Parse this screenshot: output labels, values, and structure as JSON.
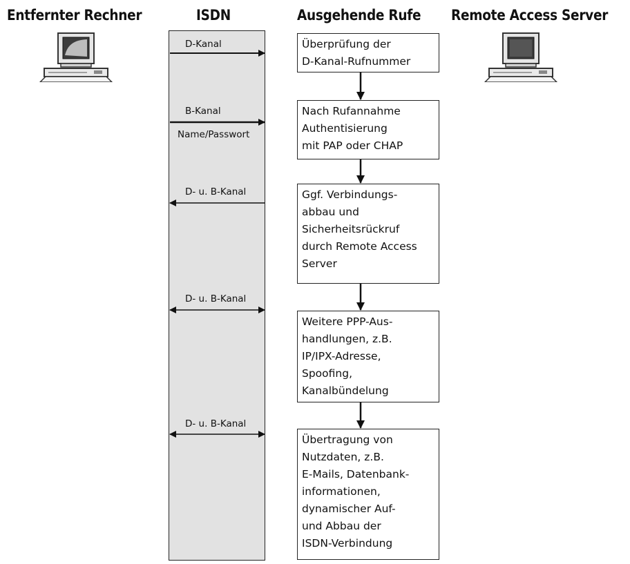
{
  "headers": {
    "remote_computer": "Entfernter Rechner",
    "isdn": "ISDN",
    "outgoing_calls": "Ausgehende Rufe",
    "remote_access_server": "Remote Access Server"
  },
  "channels": [
    {
      "label": "D-Kanal",
      "direction": "right"
    },
    {
      "label": "B-Kanal",
      "sublabel": "Name/Passwort",
      "direction": "right"
    },
    {
      "label": "D- u. B-Kanal",
      "direction": "left"
    },
    {
      "label": "D- u. B-Kanal",
      "direction": "both"
    },
    {
      "label": "D- u. B-Kanal",
      "direction": "both"
    }
  ],
  "steps": [
    {
      "text": "Überprüfung der\nD-Kanal-Rufnummer"
    },
    {
      "text": "Nach Rufannahme\nAuthentisierung\nmit PAP oder CHAP"
    },
    {
      "text": "Ggf. Verbindungs-\nabbau und\nSicherheitsrückruf\ndurch Remote Access\nServer"
    },
    {
      "text": "Weitere PPP-Aus-\nhandlungen, z.B.\nIP/IPX-Adresse,\nSpoofing,\nKanalbündelung"
    },
    {
      "text": "Übertragung von\nNutzdaten, z.B.\nE-Mails, Datenbank-\ninformationen,\ndynamischer Auf-\nund Abbau der\nISDN-Verbindung"
    }
  ],
  "icons": {
    "remote_computer": "desktop-computer-icon",
    "server": "desktop-computer-icon"
  }
}
